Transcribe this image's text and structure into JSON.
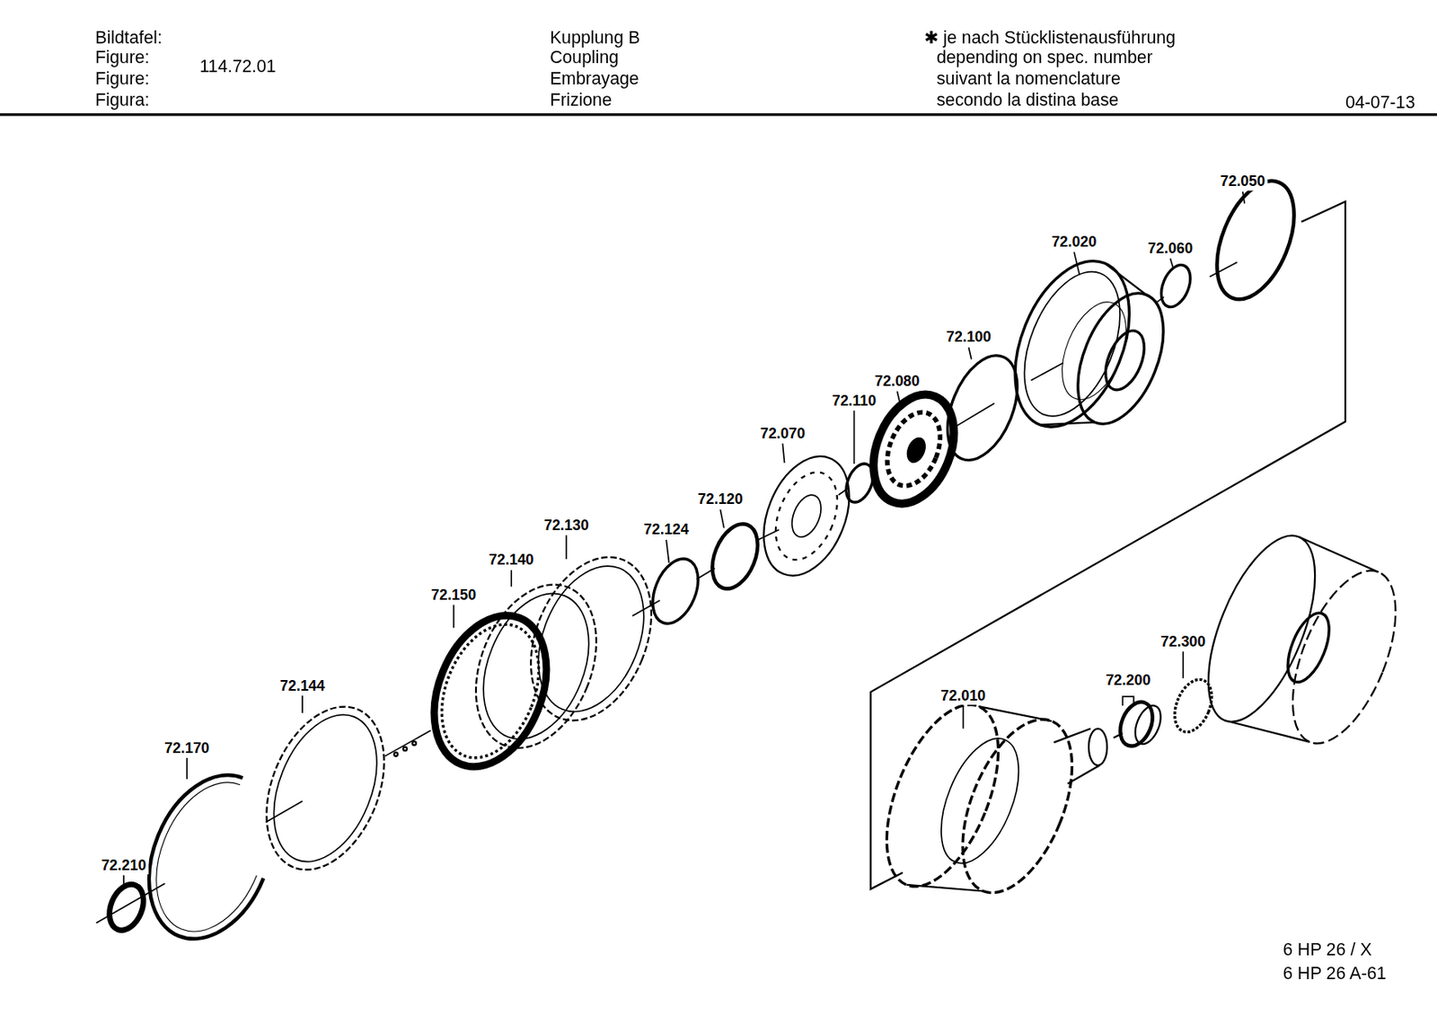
{
  "diagram": {
    "labels": [
      "Bildtafel:",
      "Figure:",
      "Figure:",
      "Figura:",
      "114.72.01",
      "Kupplung B",
      "Coupling",
      "Embrayage",
      "Frizione",
      "✱ je nach Stücklistenausführung",
      "depending on spec. number",
      "suivant la nomenclature",
      "secondo la distina base",
      "04-07-13",
      "72.050",
      "72.020",
      "72.060",
      "72.100",
      "72.080",
      "72.110",
      "72.070",
      "72.120",
      "72.124",
      "72.130",
      "72.140",
      "72.150",
      "72.144",
      "72.170",
      "72.210",
      "72.010",
      "72.300",
      "72.200",
      "6 HP 26 / X",
      "6 HP 26 A-61"
    ]
  }
}
